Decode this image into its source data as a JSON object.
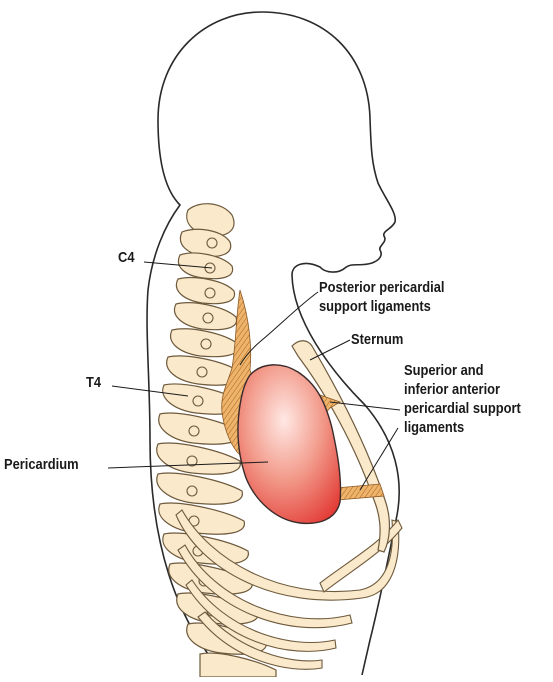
{
  "labels": {
    "c4": "C4",
    "t4": "T4",
    "pericardium": "Pericardium",
    "posterior": [
      "Posterior pericardial",
      "support ligaments"
    ],
    "sternum": "Sternum",
    "anterior": [
      "Superior and",
      "inferior anterior",
      "pericardial support",
      "ligaments"
    ]
  },
  "colors": {
    "outline": "#2a2a2a",
    "bone_fill": "#fbe9cc",
    "bone_stroke": "#6e5a3c",
    "ligament": "#e8a65a",
    "ligament_line": "#9a5a20",
    "heart_center": "#ffe8e4",
    "heart_mid": "#f29a8a",
    "heart_edge": "#e33c36",
    "leader": "#1a1a1a"
  }
}
